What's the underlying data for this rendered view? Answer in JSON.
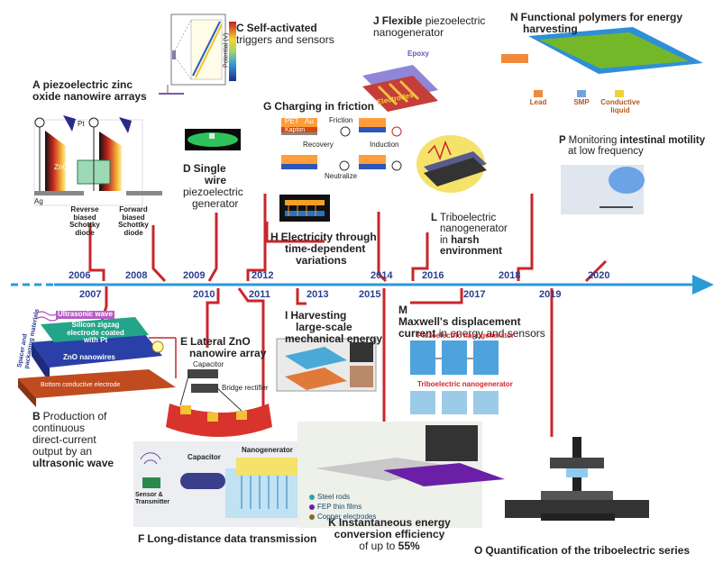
{
  "timeline": {
    "years_top": [
      "2006",
      "2008",
      "2009",
      "2012",
      "2014",
      "2016",
      "2018",
      "2020"
    ],
    "years_bottom": [
      "2007",
      "2010",
      "2011",
      "2013",
      "2015",
      "2017",
      "2019"
    ]
  },
  "panels": {
    "A": {
      "letter": "A",
      "line1": "piezoelectric zinc",
      "line2": "oxide nanowire arrays",
      "rev": "Reverse",
      "rev2": "biased",
      "rev3": "Schottky",
      "rev4": "diode",
      "fwd": "Forward",
      "fwd2": "biased",
      "fwd3": "Schottky",
      "fwd4": "diode",
      "zno": "ZnO",
      "ag": "Ag",
      "pt": "Pt"
    },
    "B": {
      "letter": "B",
      "line1": "Production of",
      "line2": "continuous",
      "line3": "direct-current",
      "line4": "output by an",
      "line5": "ultrasonic wave",
      "wave": "Ultrasonic wave",
      "zig1": "Silicon zigzag",
      "zig2": "electrode coated",
      "zig3": "with Pt",
      "znw": "ZnO nanowires",
      "bottom": "Bottom conductive electrode",
      "spacer": "Spacer and",
      "pack": "packaging materials"
    },
    "C": {
      "letter": "C",
      "line1": "Self-activated",
      "line2": "triggers and sensors",
      "axis": "Potential (V)"
    },
    "D": {
      "letter": "D",
      "line1": "Single",
      "line2": "wire",
      "line3": "piezoelectric",
      "line4": "generator"
    },
    "E": {
      "letter": "E",
      "line1": "Lateral ZnO",
      "line2": "nanowire array",
      "cap": "Capacitor",
      "bridge": "Bridge rectifier"
    },
    "F": {
      "letter": "F",
      "text": "Long-distance data transmission",
      "cap": "Capacitor",
      "nano": "Nanogenerator",
      "sensor": "Sensor &",
      "trans": "Transmitter"
    },
    "G": {
      "letter": "G",
      "text": "Charging in friction",
      "friction": "Friction",
      "recovery": "Recovery",
      "induction": "Induction",
      "neutralize": "Neutralize",
      "pet": "PET",
      "au": "Au",
      "kapton": "Kapton"
    },
    "H": {
      "letter": "H",
      "line1": "Electricity through",
      "line2": "time-dependent",
      "line3": "variations"
    },
    "I": {
      "letter": "I",
      "line1": "Harvesting",
      "line2": "large-scale",
      "line3": "mechanical energy"
    },
    "J": {
      "letter": "J",
      "line1": "Flexible",
      "line2": "piezoelectric",
      "line3": "nanogenerator",
      "epoxy": "Epoxy",
      "elec": "Electrodes"
    },
    "K": {
      "letter": "K",
      "line1": "Instantaneous energy",
      "line2": "conversion efficiency",
      "line3": "of up to",
      "pct": "55%",
      "steel": "Steel rods",
      "fep": "FEP thin films",
      "copper": "Copper electrodes"
    },
    "L": {
      "letter": "L",
      "line1": "Triboelectric",
      "line2": "nanogenerator",
      "line3": "in",
      "harsh": "harsh",
      "line4": "environment"
    },
    "M": {
      "letter": "M",
      "line1": "Maxwell's displacement",
      "line2": "current",
      "line2b": "in energy and sensors",
      "piezo": "Piezoelectric nanogenerator",
      "tribo": "Triboelectric nanogenerator"
    },
    "N": {
      "letter": "N",
      "line1": "Functional polymers for energy",
      "line2": "harvesting",
      "lead": "Lead",
      "smp": "SMP",
      "cond": "Conductive",
      "cond2": "liquid"
    },
    "O": {
      "letter": "O",
      "text": "Quantification of the triboelectric series"
    },
    "P": {
      "letter": "P",
      "line1": "Monitoring",
      "bold": "intestinal motility",
      "line2": "at low frequency"
    }
  },
  "colors": {
    "timeline": "#2b9ad8",
    "connector": "#c8262b",
    "year": "#2a3f8f"
  }
}
